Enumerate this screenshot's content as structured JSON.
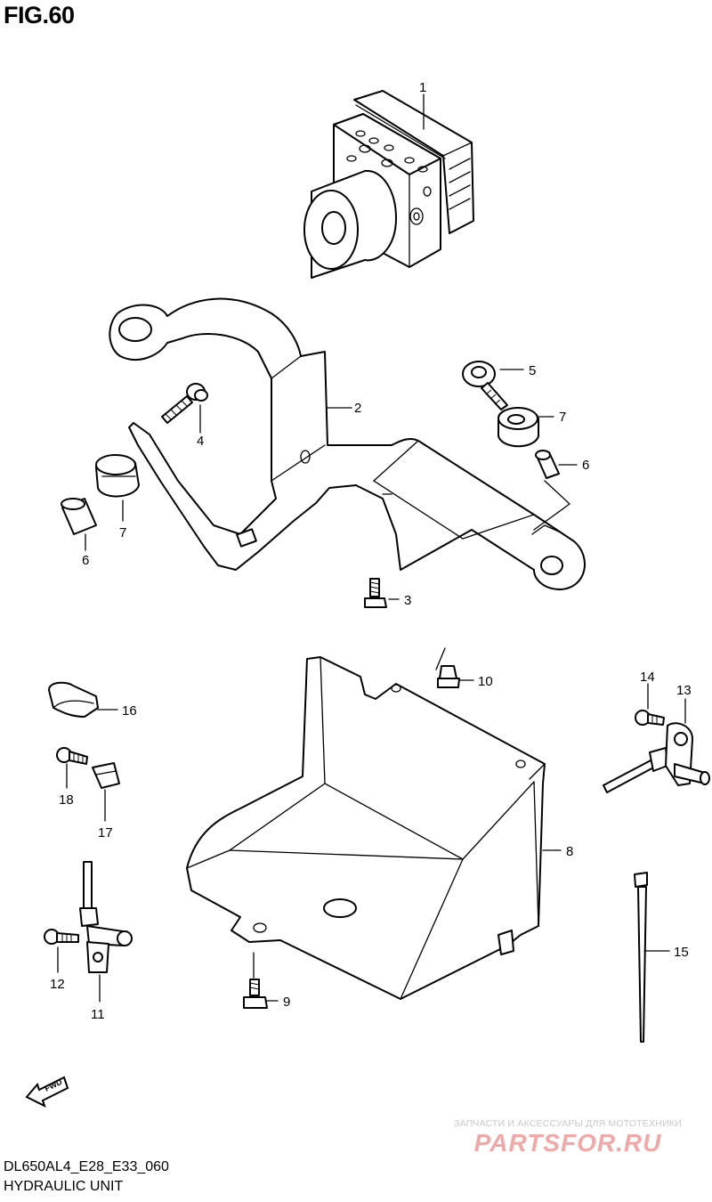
{
  "header": {
    "figure_label": "FIG.60"
  },
  "footer": {
    "model_code": "DL650AL4_E28_E33_060",
    "section_name": "HYDRAULIC UNIT"
  },
  "fwd_label": "FWD",
  "watermark": {
    "tagline": "ЗАПЧАСТИ И АКСЕССУАРЫ ДЛЯ МОТОТЕХНИКИ",
    "brand": "PARTSFOR.RU"
  },
  "callouts": [
    "1",
    "2",
    "3",
    "4",
    "5",
    "6",
    "7",
    "8",
    "9",
    "10",
    "11",
    "12",
    "13",
    "14",
    "15",
    "16",
    "17",
    "18"
  ],
  "callouts_repeat": {
    "six_left": "6",
    "seven_left": "7"
  }
}
